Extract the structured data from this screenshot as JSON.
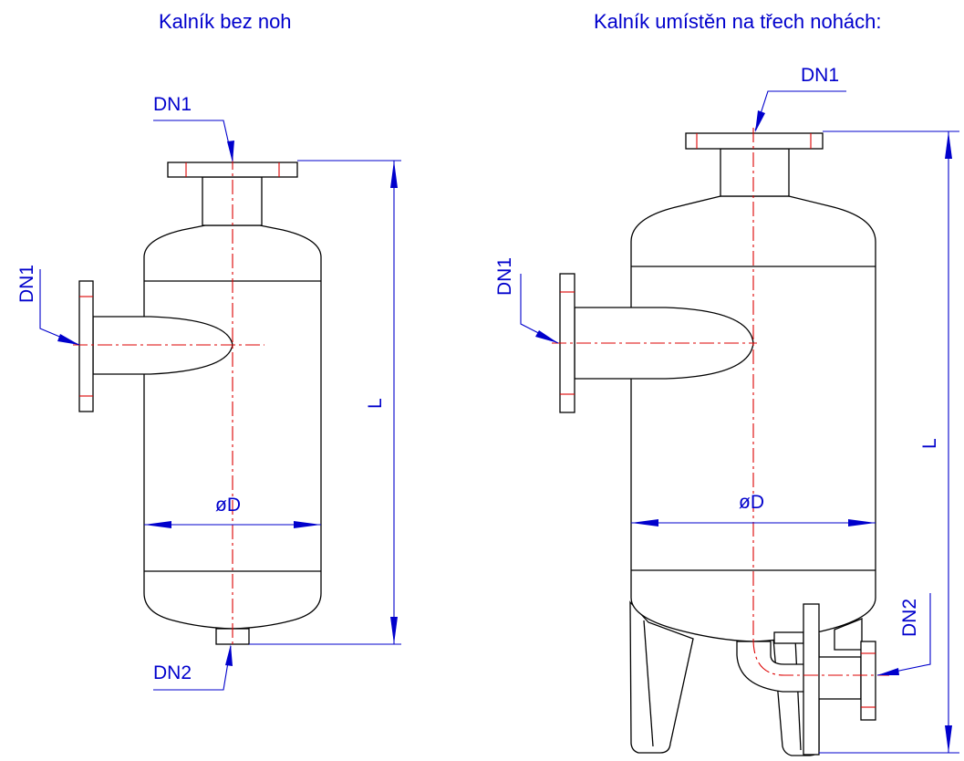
{
  "left_view": {
    "title": "Kalník bez noh",
    "inlet_top": "DN1",
    "inlet_side": "DN1",
    "diameter": "øD",
    "length": "L",
    "outlet": "DN2"
  },
  "right_view": {
    "title": "Kalník umístěn na třech nohách:",
    "inlet_top": "DN1",
    "inlet_side": "DN1",
    "diameter": "øD",
    "length": "L",
    "outlet": "DN2"
  },
  "colors": {
    "outline": "#000000",
    "centerline": "#dd0000",
    "dimension": "#0000cc",
    "background": "#ffffff"
  }
}
